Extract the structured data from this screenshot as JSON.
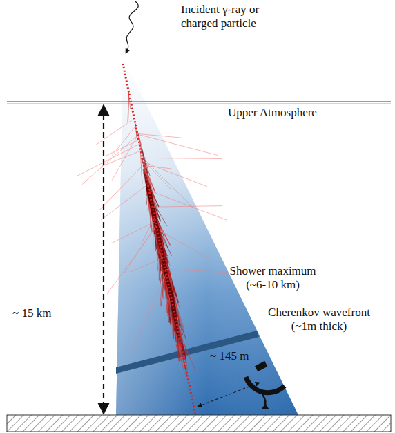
{
  "diagram": {
    "labels": [
      "Incident γ-ray or charged particle",
      "Upper Atmosphere",
      "Shower maximum (~6-10 km)",
      "Cherenkov wavefront (~1m thick)",
      "~ 15 km",
      "~ 145 m"
    ]
  }
}
